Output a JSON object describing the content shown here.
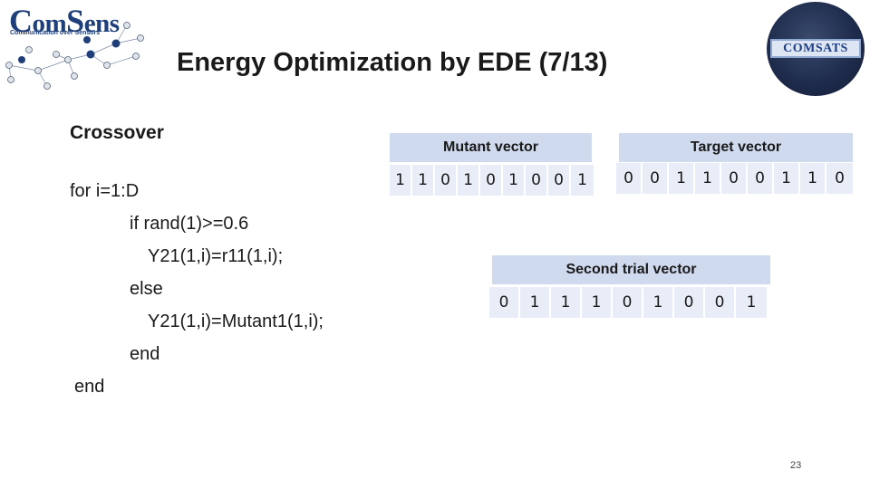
{
  "logos": {
    "left": {
      "brand_first": "C",
      "brand_rest": "om",
      "brand_s": "S",
      "brand_end": "ens",
      "tagline": "Communication over Sensors"
    },
    "right": {
      "text": "COMSATS"
    }
  },
  "title": "Energy Optimization by EDE (7/13)",
  "section": "Crossover",
  "code": [
    "for i=1:D",
    "if rand(1)>=0.6",
    "Y21(1,i)=r11(1,i);",
    "else",
    "Y21(1,i)=Mutant1(1,i);",
    "end",
    "end"
  ],
  "mutant": {
    "label": "Mutant vector",
    "values": [
      "1",
      "1",
      "0",
      "1",
      "0",
      "1",
      "0",
      "0",
      "1"
    ]
  },
  "target": {
    "label": "Target vector",
    "values": [
      "0",
      "0",
      "1",
      "1",
      "0",
      "0",
      "1",
      "1",
      "0"
    ]
  },
  "trial": {
    "label": "Second trial vector",
    "values": [
      "0",
      "1",
      "1",
      "1",
      "0",
      "1",
      "0",
      "0",
      "1"
    ]
  },
  "page_number": "23",
  "colors": {
    "header_fill": "#cfdaee",
    "cell_fill": "#e8edf7",
    "logo_blue": "#1f3f7a"
  }
}
